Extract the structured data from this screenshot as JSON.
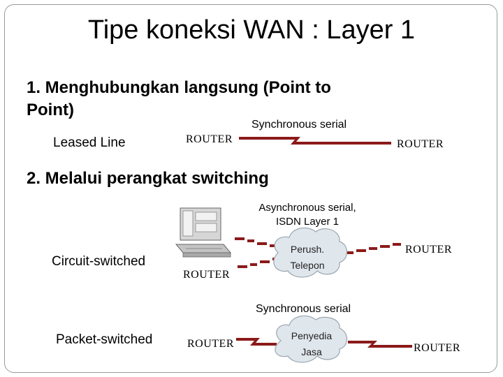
{
  "title": "Tipe koneksi WAN : Layer 1",
  "section1": {
    "heading_line1": "1. Menghubungkan langsung (Point to",
    "heading_line2": "Point)",
    "label": "Leased Line",
    "link_label": "Synchronous serial",
    "router_left": "ROUTER",
    "router_right": "ROUTER"
  },
  "section2": {
    "heading": "2. Melalui perangkat switching",
    "circuit": {
      "label": "Circuit-switched",
      "link_label_line1": "Asynchronous serial,",
      "link_label_line2": "ISDN Layer 1",
      "cloud_line1": "Perush.",
      "cloud_line2": "Telepon",
      "router_left": "ROUTER",
      "router_right": "ROUTER"
    },
    "packet": {
      "label": "Packet-switched",
      "link_label": "Synchronous serial",
      "cloud_line1": "Penyedia",
      "cloud_line2": "Jasa",
      "router_left": "ROUTER",
      "router_right": "ROUTER"
    }
  },
  "colors": {
    "serial_link": "#8b1a1a",
    "cloud_fill": "#dfe6ec",
    "cloud_stroke": "#9aa6b0"
  }
}
